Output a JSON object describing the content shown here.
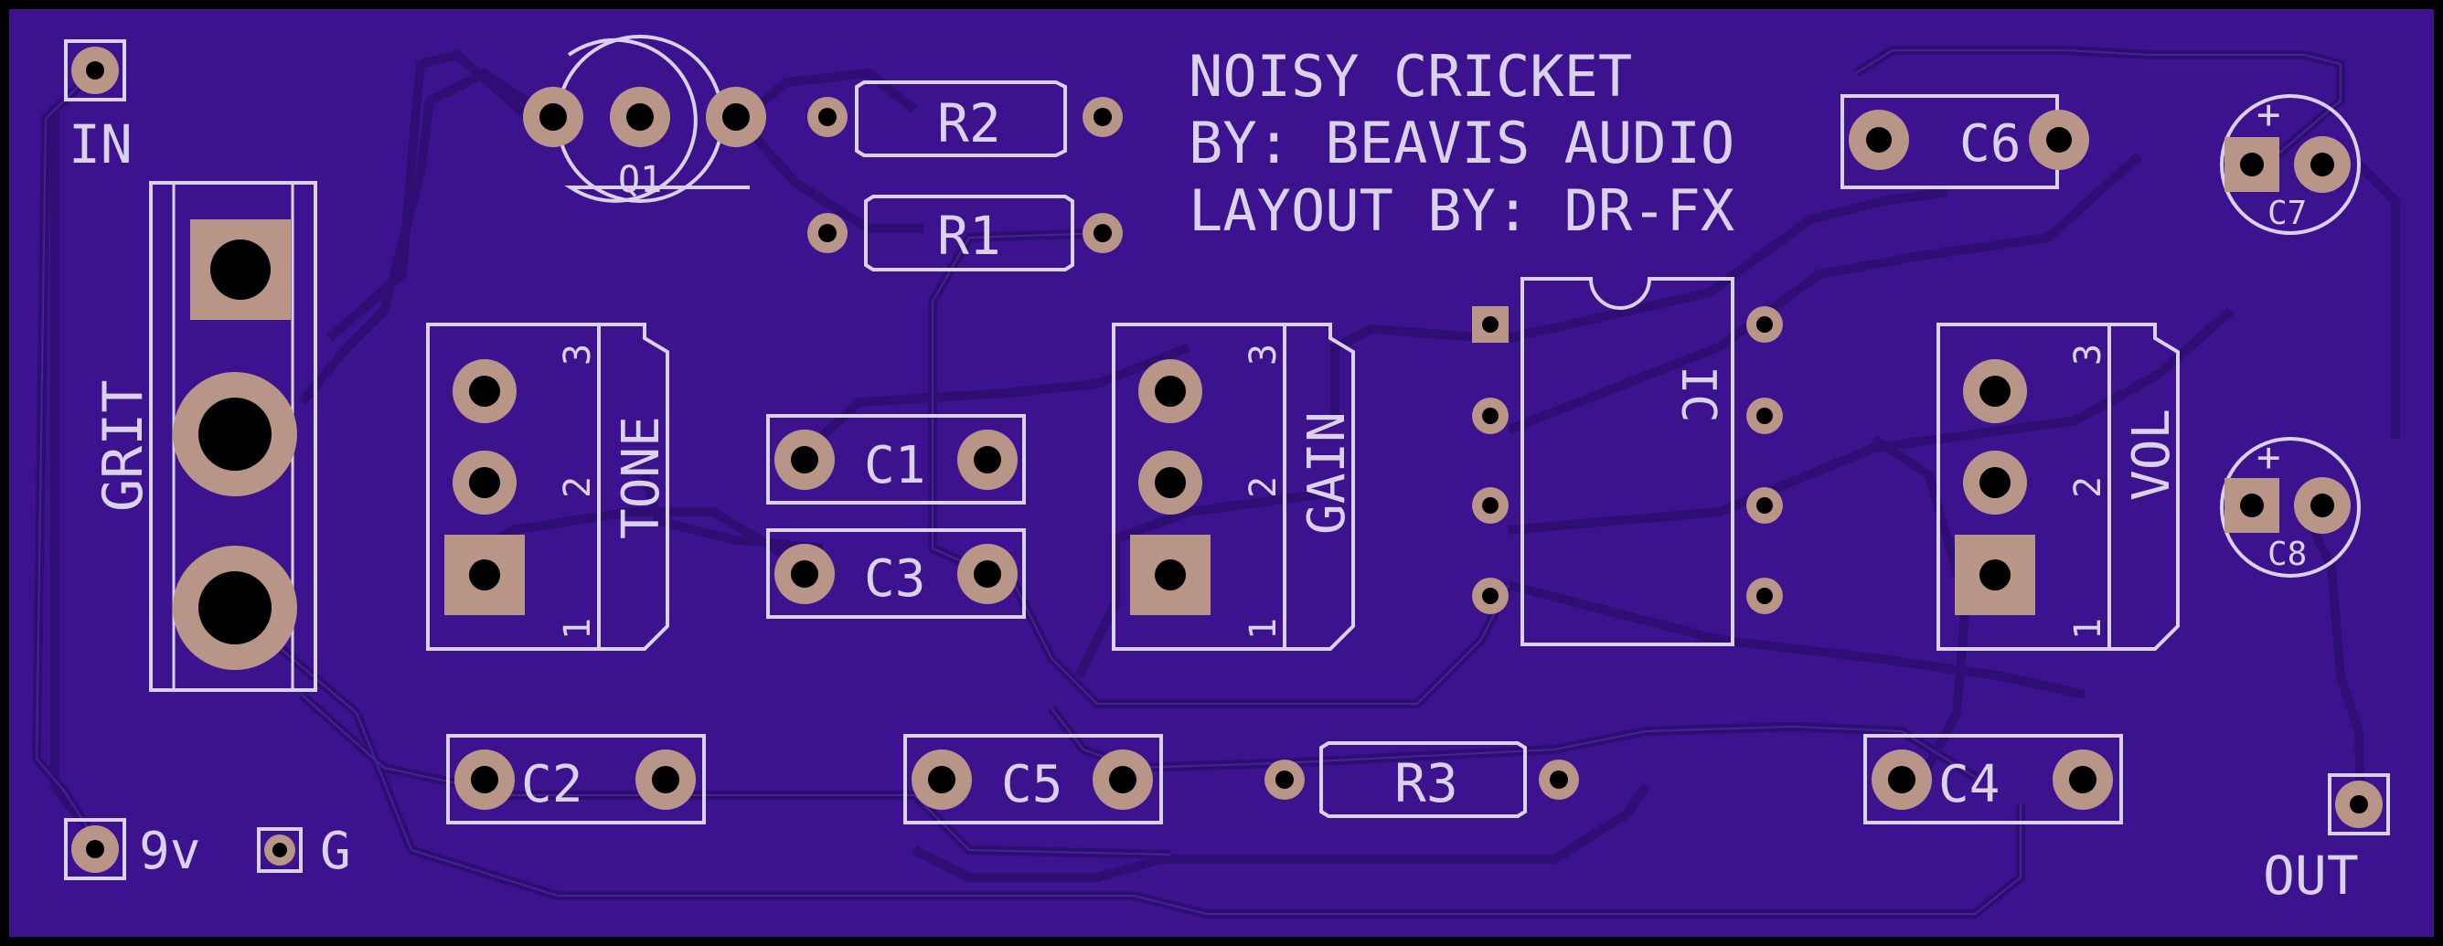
{
  "colors": {
    "outline": "#000000",
    "board": "#3c128e",
    "trace": "#33107a",
    "trace_edge": "#56389c",
    "pad": "#b89586",
    "pad_edge": "#8c6f64",
    "hole": "#000000",
    "silk": "#d9d2e9",
    "vias": "#8d7aa6"
  },
  "board": {
    "title_line1": "NOISY CRICKET",
    "title_line2": "BY: BEAVIS AUDIO",
    "title_line3": "LAYOUT BY: DR-FX"
  },
  "connectors": {
    "in": "IN",
    "out": "OUT",
    "power": "9v",
    "ground": "G"
  },
  "pots": {
    "grit": "GRIT",
    "tone": "TONE",
    "gain": "GAIN",
    "vol": "VOL",
    "pin1": "1",
    "pin2": "2",
    "pin3": "3"
  },
  "parts": {
    "q1": "Q1",
    "r1": "R1",
    "r2": "R2",
    "r3": "R3",
    "c1": "C1",
    "c2": "C2",
    "c3": "C3",
    "c4": "C4",
    "c5": "C5",
    "c6": "C6",
    "c7": "C7",
    "c8": "C8",
    "ic": "IC",
    "plus": "+"
  }
}
